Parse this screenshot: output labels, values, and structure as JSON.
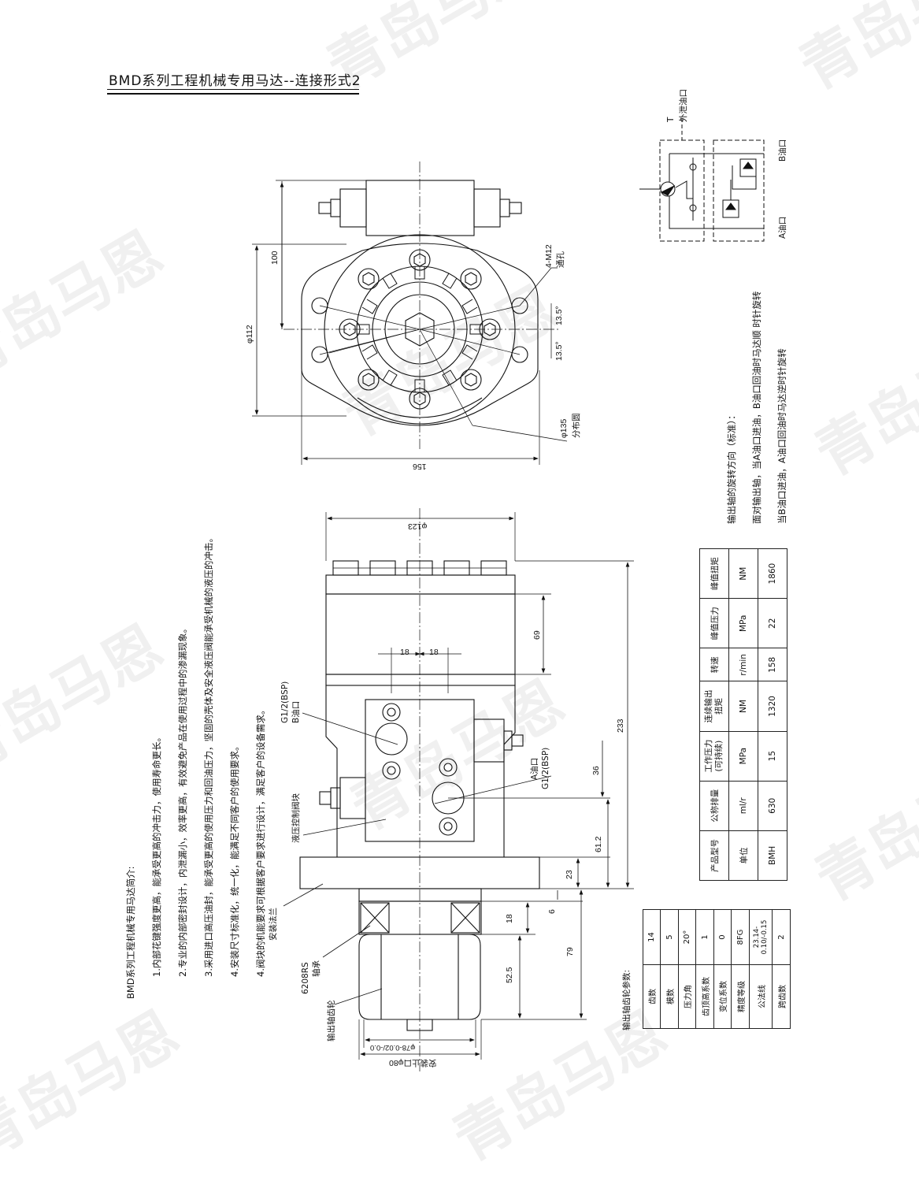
{
  "title": "BMD系列工程机械专用马达--连接形式2",
  "intro": {
    "heading": "BMD系列工程机械专用马达简介:",
    "items": [
      "1.内部花键强度更高，能承受更高的冲击力，使用寿命更长。",
      "2.专业的内部密封设计，内泄漏小，效率更高，有效避免产品在使用过程中的渗漏现象。",
      "3.采用进口高压油封，能承受更高的使用压力和回油压力，坚固的壳体及安全液压阀能承受机械的液压的冲击。",
      "4.安装尺寸标准化，统一化，能满足不同客户的使用要求。",
      "4.阀块的机能要求可根据客户要求进行设计，满足客户的设备需求。"
    ]
  },
  "rotation": {
    "heading": "输出轴的旋转方向（标准）：",
    "line1": "面对输出轴，当A油口进油，B油口回油时马达顺 时针旋转",
    "line2": "当B油口进油，A油口回油时马达逆时针旋转"
  },
  "schematic": {
    "t_port": "T",
    "t_port_desc": "外泄油口",
    "b_port": "B油口",
    "a_port": "A油口"
  },
  "front_view": {
    "dim_100": "100",
    "dim_112": "φ112",
    "dim_156": "156",
    "dim_135": "φ135",
    "dim_135_note": "分布圆",
    "holes": "4-M12",
    "holes_note": "通孔",
    "angle_top": "13.5°",
    "angle_bottom": "13.5°"
  },
  "side_view": {
    "dim_123": "φ123",
    "dim_69": "69",
    "dim_18a": "18",
    "dim_18b": "18",
    "dim_233": "233",
    "dim_36": "36",
    "dim_612": "61.2",
    "dim_23": "23",
    "dim_6": "6",
    "dim_18c": "18",
    "dim_79": "79",
    "dim_525": "52.5",
    "dim_78": "φ78-0.02/-0.0",
    "dim_80": "安装止口φ80",
    "port_b_thread": "G1/2(BSP)",
    "port_b_name": "B油口",
    "port_a_name": "A油口",
    "port_a_thread": "G1/2(BSP)",
    "valve": "液压控制阀块",
    "flange": "安装法兰",
    "bearing_code": "6208RS",
    "bearing": "轴承",
    "gear": "输出轴齿轮"
  },
  "spec_table": {
    "headers": [
      "产品型号",
      "公称排量",
      "工作压力\n(可持续)",
      "连续输出\n扭矩",
      "转速",
      "峰值压力",
      "峰值扭矩"
    ],
    "units": [
      "单位",
      "ml/r",
      "MPa",
      "NM",
      "r/min",
      "MPa",
      "NM"
    ],
    "values": [
      "BMH",
      "630",
      "15",
      "1320",
      "158",
      "22",
      "1860"
    ]
  },
  "gear_table": {
    "heading": "输出轴齿轮参数:",
    "labels": [
      "齿数",
      "模数",
      "压力角",
      "齿顶高系数",
      "变位系数",
      "精度等级",
      "公法线",
      "跨齿数"
    ],
    "values": [
      "14",
      "5",
      "20°",
      "1",
      "0",
      "8FG",
      "23.14-0.10/-0.15",
      "2"
    ]
  },
  "watermark": "青岛马恩"
}
